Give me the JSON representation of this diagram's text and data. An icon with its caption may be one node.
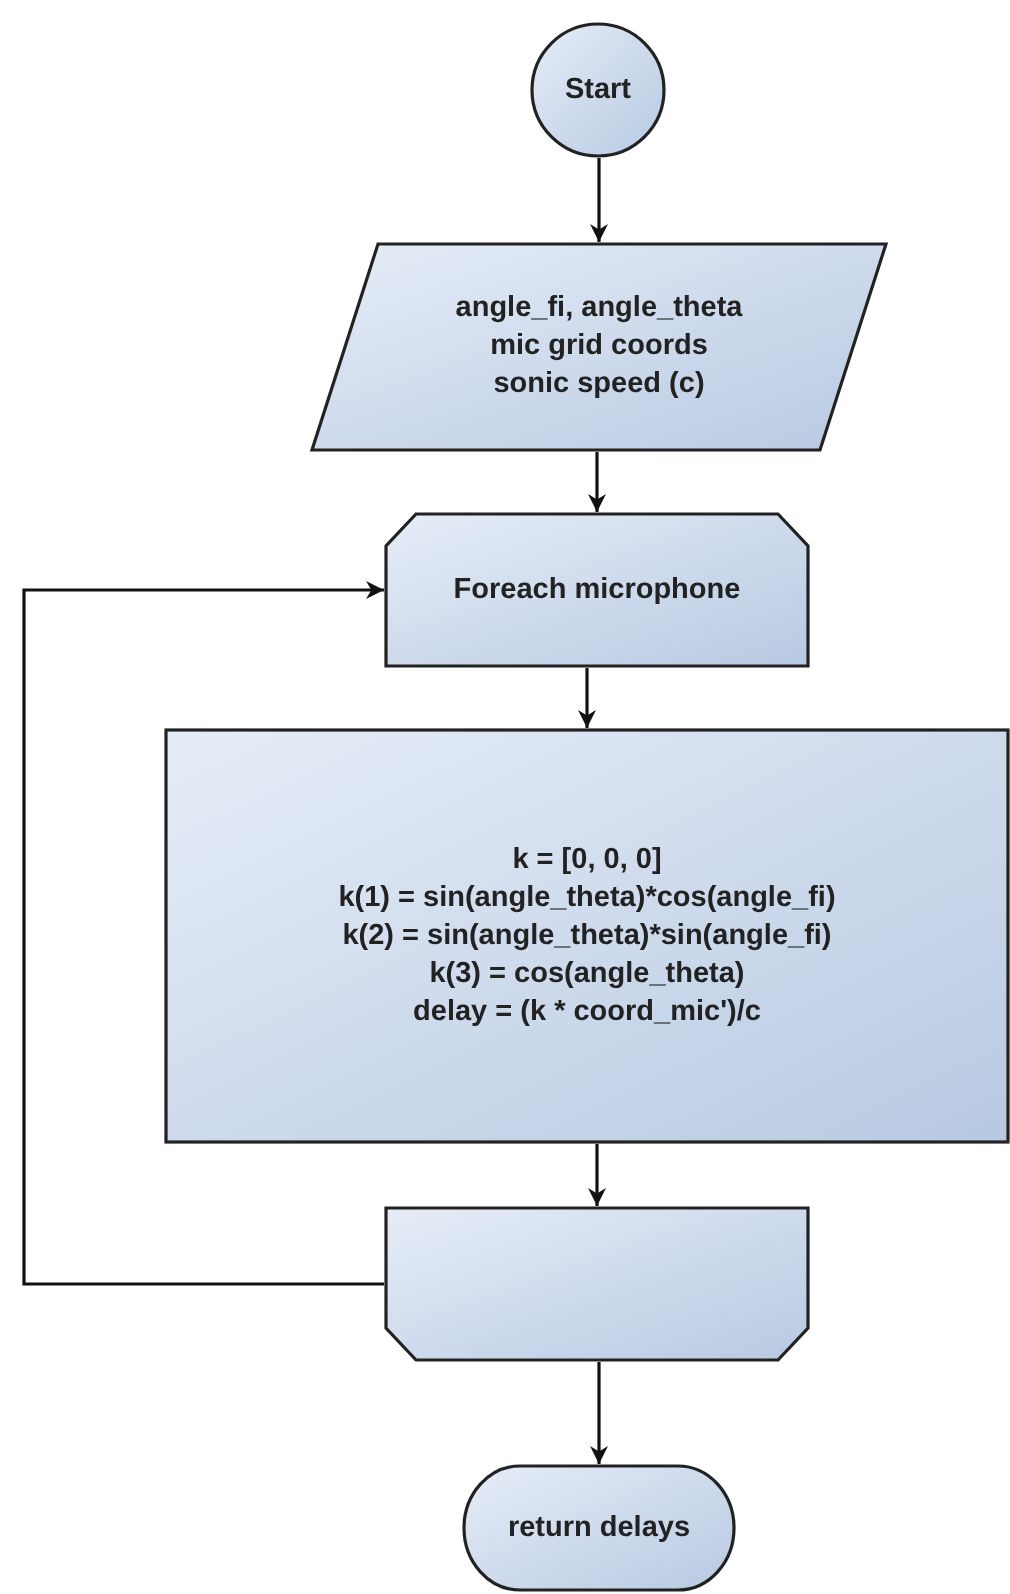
{
  "diagram": {
    "nodes": [
      {
        "text": [
          "Start"
        ]
      },
      {
        "text": [
          "angle_fi, angle_theta",
          "mic grid coords",
          "sonic speed (c)"
        ]
      },
      {
        "text": [
          "Foreach microphone"
        ]
      },
      {
        "text": [
          "k = [0, 0, 0]",
          "k(1) = sin(angle_theta)*cos(angle_fi)",
          "k(2) = sin(angle_theta)*sin(angle_fi)",
          "k(3) = cos(angle_theta)",
          "delay = (k * coord_mic')/c"
        ]
      },
      {
        "text": [],
        "shape": "box"
      },
      {
        "text": [
          "return delays"
        ]
      }
    ],
    "edges": [
      {
        "from": 0,
        "to": 1,
        "arrow": "to"
      },
      {
        "from": 1,
        "to": 2,
        "arrow": "to"
      },
      {
        "from": 2,
        "to": 3,
        "arrow": "to"
      },
      {
        "from": 3,
        "to": 4,
        "arrow": "to"
      },
      {
        "from": 4,
        "to": 2,
        "arrow": "to"
      },
      {
        "from": 4,
        "to": 5,
        "arrow": "to"
      }
    ]
  }
}
